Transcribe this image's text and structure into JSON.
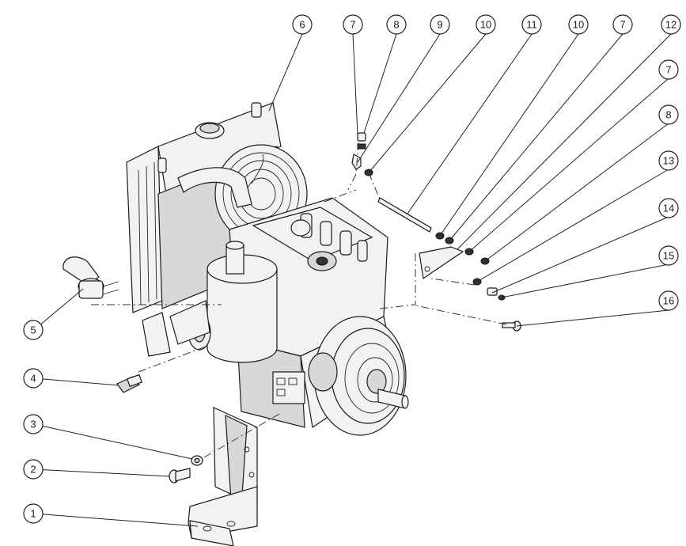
{
  "diagram": {
    "callouts": [
      {
        "id": "c6",
        "label": "6"
      },
      {
        "id": "c7a",
        "label": "7"
      },
      {
        "id": "c8a",
        "label": "8"
      },
      {
        "id": "c9",
        "label": "9"
      },
      {
        "id": "c10a",
        "label": "10"
      },
      {
        "id": "c11",
        "label": "11"
      },
      {
        "id": "c10b",
        "label": "10"
      },
      {
        "id": "c7b",
        "label": "7"
      },
      {
        "id": "c12",
        "label": "12"
      },
      {
        "id": "c7c",
        "label": "7"
      },
      {
        "id": "c8b",
        "label": "8"
      },
      {
        "id": "c13",
        "label": "13"
      },
      {
        "id": "c14",
        "label": "14"
      },
      {
        "id": "c15",
        "label": "15"
      },
      {
        "id": "c16",
        "label": "16"
      },
      {
        "id": "c5",
        "label": "5"
      },
      {
        "id": "c4",
        "label": "4"
      },
      {
        "id": "c3",
        "label": "3"
      },
      {
        "id": "c2",
        "label": "2"
      },
      {
        "id": "c1",
        "label": "1"
      }
    ]
  }
}
